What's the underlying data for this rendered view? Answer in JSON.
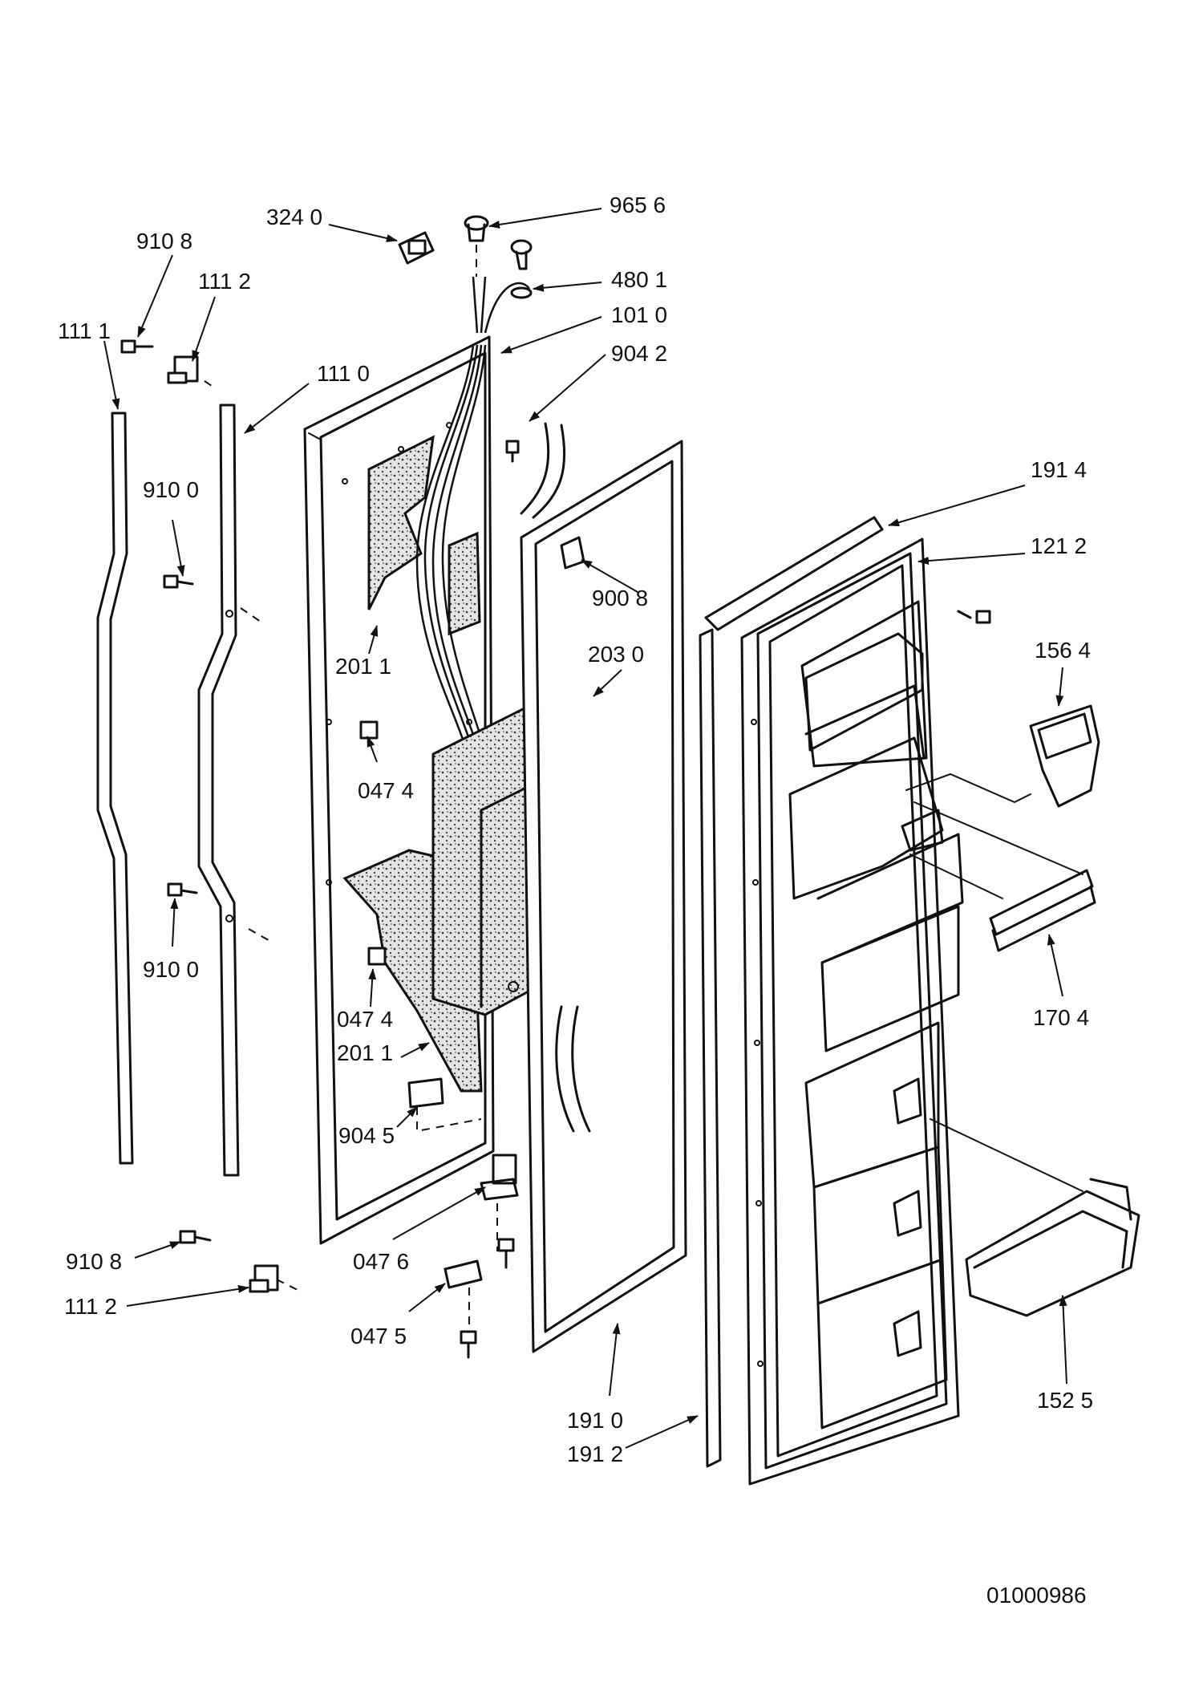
{
  "diagram": {
    "callouts": {
      "c3240": "324 0",
      "c9656": "965 6",
      "c4801": "480 1",
      "c1010": "101 0",
      "c9042": "904 2",
      "c9108_top": "910  8",
      "c1112_top": "111 2",
      "c1111": "111 1",
      "c1110": "111 0",
      "c9100_upper": "910 0",
      "c9100_lower": "910 0",
      "c1914": "191 4",
      "c1212": "121 2",
      "c9008": "900 8",
      "c2011_upper": "201 1",
      "c2030": "203 0",
      "c1564": "156 4",
      "c0474_upper": "047 4",
      "c0474_lower": "047 4",
      "c2011_lower": "201 1",
      "c9045": "904 5",
      "c1704": "170 4",
      "c9108_bottom": "910 8",
      "c0476": "047 6",
      "c1112_bottom": "111 2",
      "c0475": "047 5",
      "c1910": "191 0",
      "c1912": "191 2",
      "c1525": "152 5"
    },
    "drawing_number": "01000986"
  }
}
